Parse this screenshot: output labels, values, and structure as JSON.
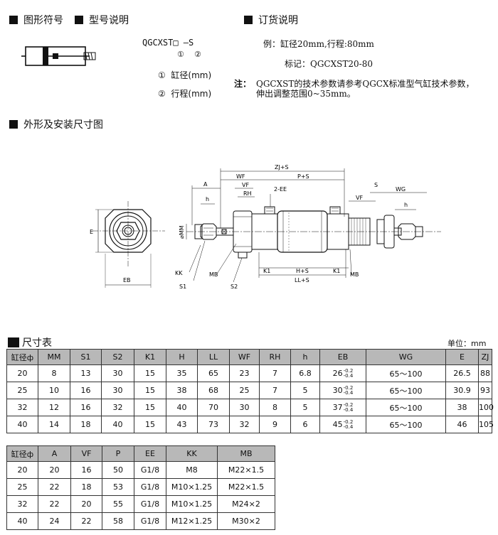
{
  "sections": {
    "symbol": "图形符号",
    "model": "型号说明",
    "order": "订货说明",
    "outline": "外形及安装尺寸图",
    "table": "尺寸表"
  },
  "model_code": {
    "code": "QGCXST□ —S",
    "mark1": "①",
    "mark2": "②",
    "legend1": "①  缸径(mm)",
    "legend2": "②  行程(mm)"
  },
  "order": {
    "example": "例：缸径20mm,行程:80mm",
    "marking": "标记：QGCXST20-80",
    "note_label": "注：",
    "note_line1": "QGCXST的技术参数请参考QGCX标准型气缸技术参数，",
    "note_line2": "伸出调整范围0~35mm。"
  },
  "unit": "单位：mm",
  "drawing_labels": {
    "zj": "ZJ+S",
    "wf": "WF",
    "ps": "P+S",
    "a": "A",
    "vf": "VF",
    "rh": "RH",
    "ee": "2-EE",
    "s": "S",
    "wg": "WG",
    "vf2": "VF",
    "h": "h",
    "h2": "h",
    "mm": "⌀MM",
    "e": "E",
    "eb": "EB",
    "kk": "KK",
    "s1": "S1",
    "mb": "MB",
    "s2": "S2",
    "k1": "K1",
    "hs": "H+S",
    "k1b": "K1",
    "mb2": "MB",
    "lls": "LL+S"
  },
  "table1": {
    "headers": [
      "缸径ф",
      "MM",
      "S1",
      "S2",
      "K1",
      "H",
      "LL",
      "WF",
      "RH",
      "h",
      "EB",
      "WG",
      "E",
      "ZJ"
    ],
    "rows": [
      [
        "20",
        "8",
        "13",
        "30",
        "15",
        "35",
        "65",
        "23",
        "7",
        "6.8",
        "26",
        "65～100",
        "26.5",
        "88"
      ],
      [
        "25",
        "10",
        "16",
        "30",
        "15",
        "38",
        "68",
        "25",
        "7",
        "5",
        "30",
        "65～100",
        "30.9",
        "93"
      ],
      [
        "32",
        "12",
        "16",
        "32",
        "15",
        "40",
        "70",
        "30",
        "8",
        "5",
        "37",
        "65～100",
        "38",
        "100"
      ],
      [
        "40",
        "14",
        "18",
        "40",
        "15",
        "43",
        "73",
        "32",
        "9",
        "6",
        "45",
        "65～100",
        "46",
        "105"
      ]
    ],
    "eb_tol_upper": "-0.2",
    "eb_tol_lower": "-0.4"
  },
  "table2": {
    "headers": [
      "缸径ф",
      "A",
      "VF",
      "P",
      "EE",
      "KK",
      "MB"
    ],
    "rows": [
      [
        "20",
        "20",
        "16",
        "50",
        "G1/8",
        "M8",
        "M22×1.5"
      ],
      [
        "25",
        "22",
        "18",
        "53",
        "G1/8",
        "M10×1.25",
        "M22×1.5"
      ],
      [
        "32",
        "22",
        "20",
        "55",
        "G1/8",
        "M10×1.25",
        "M24×2"
      ],
      [
        "40",
        "24",
        "22",
        "58",
        "G1/8",
        "M12×1.25",
        "M30×2"
      ]
    ]
  }
}
